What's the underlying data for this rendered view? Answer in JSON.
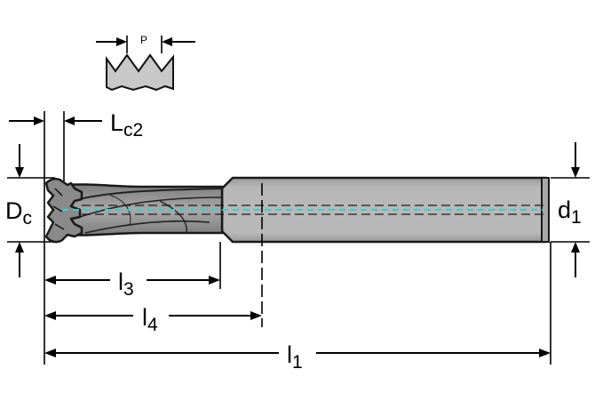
{
  "labels": {
    "pitch": "P",
    "Dc_main": "D",
    "Dc_sub": "c",
    "Lc2_main": "L",
    "Lc2_sub": "c2",
    "d1_main": "d",
    "d1_sub": "1",
    "l3_main": "l",
    "l3_sub": "3",
    "l4_main": "l",
    "l4_sub": "4",
    "l1_main": "l",
    "l1_sub": "1"
  },
  "colors": {
    "body": "#b3b3b3",
    "body_dark": "#8f8f8f",
    "outline": "#1a1a1a",
    "coolant": "#2fd0d8",
    "profile": "#c8c8c8"
  }
}
